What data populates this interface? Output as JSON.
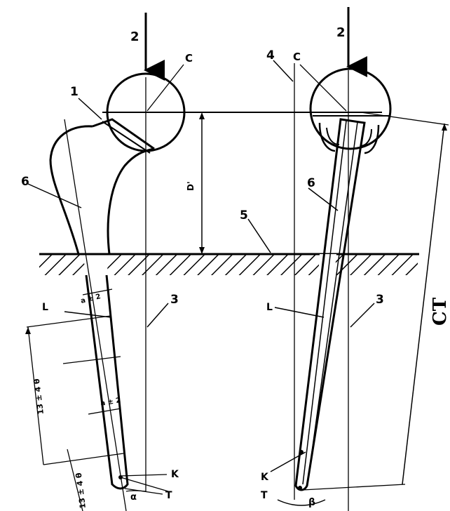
{
  "figure": {
    "labels": {
      "load_left": "2",
      "load_right": "2",
      "center_left": "C",
      "center_right": "C",
      "label_1": "1",
      "label_4": "4",
      "label_5": "5",
      "label_6_left": "6",
      "label_6_right": "6",
      "label_3_left": "3",
      "label_3_right": "3",
      "L_left": "L",
      "L_right": "L",
      "K_left": "K",
      "K_right": "K",
      "T_left": "T",
      "T_right": "T",
      "alpha": "α",
      "beta": "β",
      "D_prime": "D'",
      "dim_a": "a ± 2",
      "dim_b": "a ± 2",
      "dim_c": "13 ± 4 θ",
      "dim_d": "13 ± 4 θ",
      "CT": "CT"
    }
  }
}
